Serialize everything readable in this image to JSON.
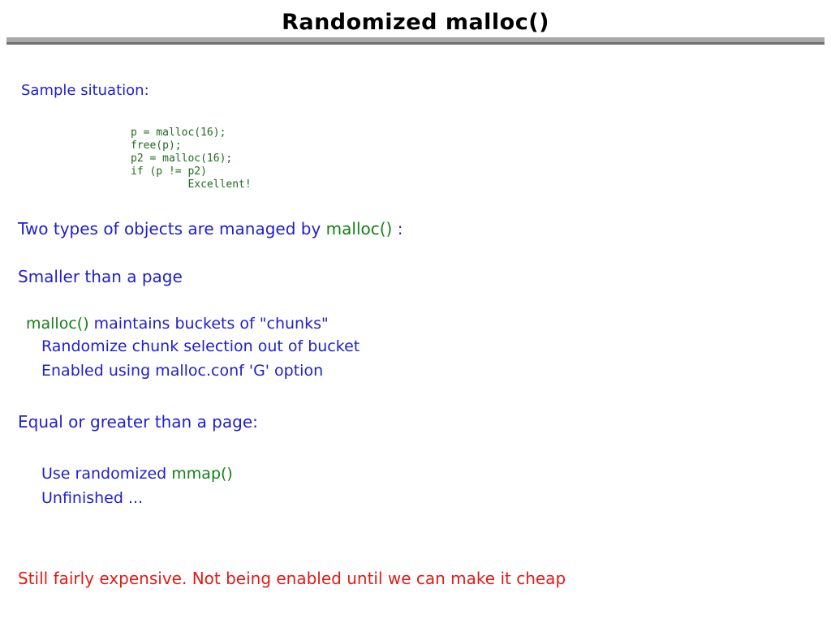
{
  "slide": {
    "title": "Randomized malloc()",
    "intro_label": "Sample situation:",
    "code_block": "p = malloc(16);\nfree(p);\np2 = malloc(16);\nif (p != p2)\n         Excellent!",
    "two_types": {
      "before": "Two types of objects are managed by ",
      "code": "malloc()",
      "after": " :"
    },
    "smaller_heading": "Smaller than a page",
    "buckets": {
      "code": "malloc()",
      "rest": " maintains buckets of \"chunks\""
    },
    "randomize_line": "Randomize chunk selection out of bucket",
    "enabled_line": "Enabled using malloc.conf 'G' option",
    "equal_heading": "Equal or greater than a page:",
    "use_mmap": {
      "before": "Use randomized ",
      "code": "mmap()"
    },
    "unfinished_line": "Unfinished ...",
    "footer_note": "Still fairly expensive.  Not being enabled until we can make it cheap",
    "colors": {
      "body_text": "#2020cc",
      "code_text": "#157f15",
      "warning_text": "#e01b16",
      "title_text": "#000000",
      "rule_light": "#a9a9a9",
      "rule_dark": "#6e6e6e"
    }
  }
}
